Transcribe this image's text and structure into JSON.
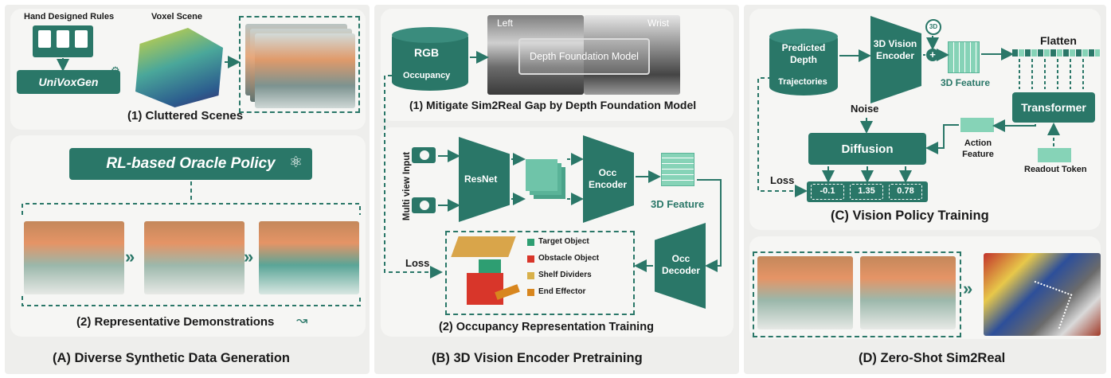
{
  "panel_a": {
    "caption": "(A) Diverse Synthetic Data Generation",
    "hand_rules": "Hand Designed Rules",
    "voxel_scene": "Voxel Scene",
    "univoxgen": "UniVoxGen",
    "cluttered": "(1) Cluttered Scenes",
    "rl_policy": "RL-based Oracle Policy",
    "demos": "(2) Representative Demonstrations"
  },
  "panel_b": {
    "caption": "(B) 3D Vision Encoder Pretraining",
    "rgb": "RGB",
    "occupancy": "Occupancy",
    "left": "Left",
    "wrist": "Wrist",
    "depth_model": "Depth Foundation Model",
    "mitigate": "(1) Mitigate Sim2Real Gap by Depth Foundation Model",
    "multiview": "Multi view Input",
    "resnet": "ResNet",
    "occ_encoder": "Occ Encoder",
    "feature3d": "3D Feature",
    "occ_decoder": "Occ Decoder",
    "loss": "Loss",
    "legend": [
      {
        "label": "Target Object",
        "color": "#2e9e72"
      },
      {
        "label": "Obstacle Object",
        "color": "#d8362a"
      },
      {
        "label": "Shelf Dividers",
        "color": "#d8b04a"
      },
      {
        "label": "End Effector",
        "color": "#d8861e"
      }
    ],
    "occ_training": "(2) Occupancy Representation Training"
  },
  "panel_c": {
    "caption": "(C) Vision Policy Training",
    "predicted_depth": "Predicted Depth",
    "trajectories": "Trajectories",
    "encoder": "3D Vision Encoder",
    "feature3d": "3D Feature",
    "flatten": "Flatten",
    "transformer": "Transformer",
    "noise": "Noise",
    "diffusion": "Diffusion",
    "action_feature": "Action Feature",
    "readout": "Readout Token",
    "loss": "Loss",
    "values": [
      "-0.1",
      "1.35",
      "0.78"
    ],
    "badge": "3D"
  },
  "panel_d": {
    "caption": "(D) Zero-Shot Sim2Real"
  }
}
